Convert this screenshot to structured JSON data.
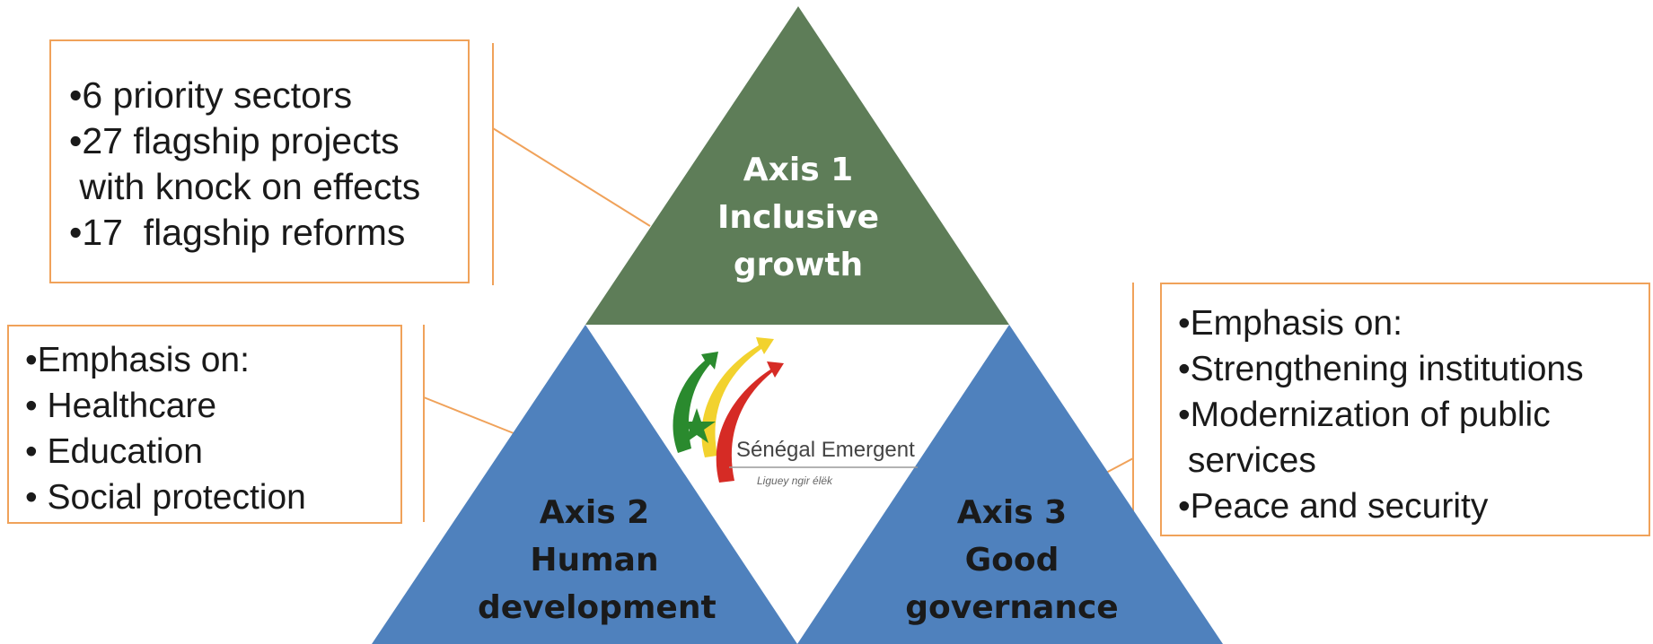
{
  "colors": {
    "top_axis": "#5e7d58",
    "side_axes": "#4f81bd",
    "connector": "#f0a25a",
    "logo_green": "#2a8a2e",
    "logo_yellow": "#f2d22e",
    "logo_red": "#d62b25"
  },
  "axes": [
    {
      "id": "axis1",
      "line1": "Axis 1",
      "line2": "Inclusive",
      "line3": "growth"
    },
    {
      "id": "axis2",
      "line1": "Axis 2",
      "line2": "Human",
      "line3": "development"
    },
    {
      "id": "axis3",
      "line1": "Axis 3",
      "line2": "Good",
      "line3": "governance"
    }
  ],
  "boxes": {
    "axis1": [
      "•6 priority sectors",
      "•27 flagship projects",
      " with knock on effects",
      "•17  flagship reforms"
    ],
    "axis2": [
      "•Emphasis on:",
      "• Healthcare",
      "• Education",
      "• Social protection"
    ],
    "axis3": [
      "•Emphasis on:",
      "•Strengthening institutions",
      "•Modernization of public",
      " services",
      "•Peace and security"
    ]
  },
  "logo": {
    "name": "Sénégal Emergent",
    "tagline": "Liguey ngir élëk",
    "icon": "senegal-emergent-arrows-star-icon"
  }
}
